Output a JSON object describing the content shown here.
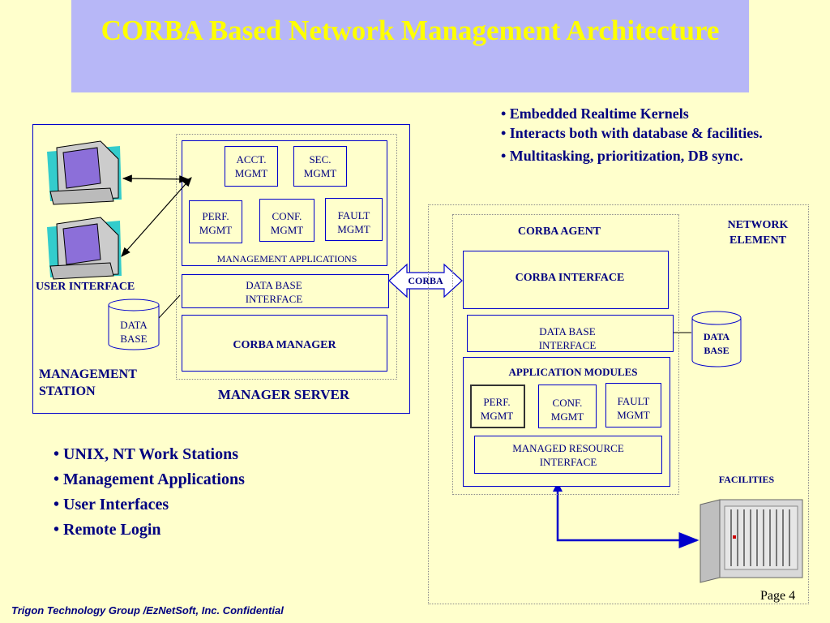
{
  "title": "CORBA Based Network Management Architecture",
  "agent_bullets": [
    "• Embedded Realtime Kernels",
    "• Interacts both with database  & facilities.",
    "• Multitasking, prioritization, DB sync."
  ],
  "station_bullets": [
    "• UNIX, NT Work Stations",
    "• Management Applications",
    "• User Interfaces",
    "• Remote Login"
  ],
  "station": {
    "user_interface": "USER INTERFACE",
    "database": "DATA BASE",
    "label": "MANAGEMENT STATION"
  },
  "manager_server": {
    "acct": "ACCT. MGMT",
    "sec": "SEC. MGMT",
    "perf": "PERF. MGMT",
    "conf": "CONF. MGMT",
    "fault": "FAULT MGMT",
    "apps_label": "MANAGEMENT APPLICATIONS",
    "db_interface": "DATA BASE INTERFACE",
    "corba_manager": "CORBA MANAGER",
    "label": "MANAGER SERVER"
  },
  "corba_link": "CORBA",
  "network_element": {
    "label": "NETWORK ELEMENT",
    "agent_label": "CORBA AGENT",
    "corba_interface": "CORBA INTERFACE",
    "db_interface": "DATA BASE INTERFACE",
    "app_modules": "APPLICATION MODULES",
    "perf": "PERF. MGMT",
    "conf": "CONF. MGMT",
    "fault": "FAULT MGMT",
    "managed_resource": "MANAGED RESOURCE INTERFACE",
    "database": "DATA BASE",
    "facilities": "FACILITIES"
  },
  "footer": "Trigon Technology Group /EzNetSoft, Inc. Confidential",
  "page": "Page 4"
}
